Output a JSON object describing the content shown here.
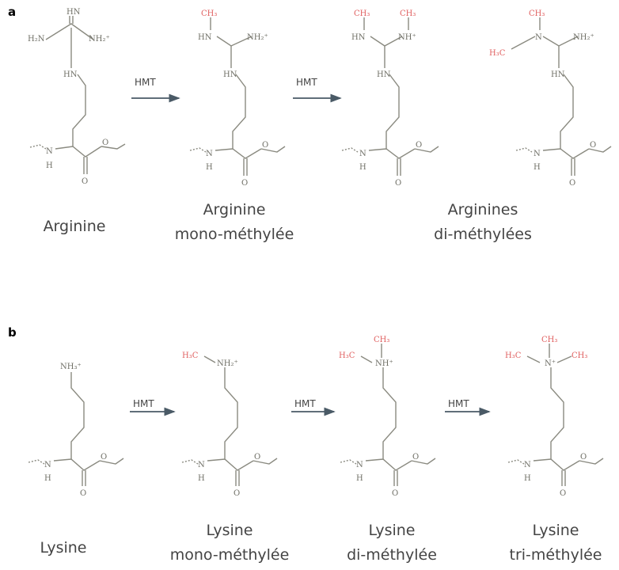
{
  "colors": {
    "bond": "#8a8a80",
    "atom": "#6f6f66",
    "methyl": "#e06060",
    "arrow": "#4a5a66",
    "caption": "#444444"
  },
  "panel_a": {
    "label": "a",
    "arrows": [
      "HMT",
      "HMT"
    ],
    "structures": [
      {
        "atoms": {
          "h2n": "H₂N",
          "nh2plus": "NH₂⁺",
          "hn_top": "HN",
          "hn_link": "HN",
          "nh_alpha": "N",
          "h_alpha": "H",
          "o": "O",
          "o_ester": "O"
        }
      },
      {
        "methyl": "CH₃",
        "atoms": {
          "hn_top": "HN",
          "nh2plus": "NH₂⁺",
          "hn_link": "HN",
          "nh_alpha": "N",
          "h_alpha": "H",
          "o": "O",
          "o_ester": "O"
        }
      },
      {
        "methyl_left": "CH₃",
        "methyl_right": "CH₃",
        "atoms": {
          "hn_left": "HN",
          "nh_right": "NH⁺",
          "hn_link": "HN",
          "nh_alpha": "N",
          "h_alpha": "H",
          "o": "O",
          "o_ester": "O"
        }
      },
      {
        "methyl_top": "CH₃",
        "methyl_left": "H₃C",
        "atoms": {
          "n_top": "N",
          "nh2plus": "NH₂⁺",
          "hn_link": "HN",
          "nh_alpha": "N",
          "h_alpha": "H",
          "o": "O",
          "o_ester": "O"
        }
      }
    ],
    "captions": [
      {
        "lines": [
          "Arginine"
        ]
      },
      {
        "lines": [
          "Arginine",
          "mono-méthylée"
        ]
      },
      {
        "lines": [
          "Arginines",
          "di-méthylées"
        ]
      }
    ]
  },
  "panel_b": {
    "label": "b",
    "arrows": [
      "HMT",
      "HMT",
      "HMT"
    ],
    "structures": [
      {
        "atoms": {
          "nh3plus": "NH₃⁺",
          "nh_alpha": "N",
          "h_alpha": "H",
          "o": "O",
          "o_ester": "O"
        }
      },
      {
        "methyl_left": "H₃C",
        "atoms": {
          "nh2plus": "NH₂⁺",
          "nh_alpha": "N",
          "h_alpha": "H",
          "o": "O",
          "o_ester": "O"
        }
      },
      {
        "methyl_left": "H₃C",
        "methyl_top": "CH₃",
        "atoms": {
          "nhplus": "NH⁺",
          "nh_alpha": "N",
          "h_alpha": "H",
          "o": "O",
          "o_ester": "O"
        }
      },
      {
        "methyl_left": "H₃C",
        "methyl_top": "CH₃",
        "methyl_right": "CH₃",
        "atoms": {
          "nplus": "N⁺",
          "nh_alpha": "N",
          "h_alpha": "H",
          "o": "O",
          "o_ester": "O"
        }
      }
    ],
    "captions": [
      {
        "lines": [
          "Lysine"
        ]
      },
      {
        "lines": [
          "Lysine",
          "mono-méthylée"
        ]
      },
      {
        "lines": [
          "Lysine",
          "di-méthylée"
        ]
      },
      {
        "lines": [
          "Lysine",
          "tri-méthylée"
        ]
      }
    ]
  }
}
